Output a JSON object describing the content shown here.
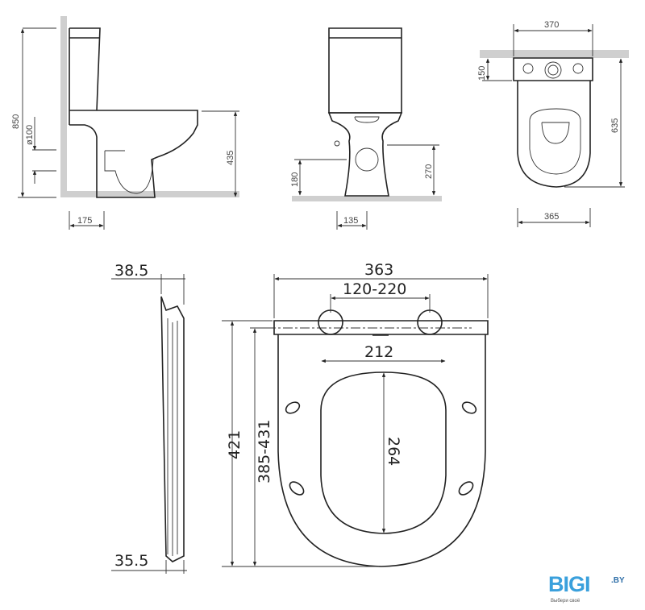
{
  "side_view": {
    "height_total": "850",
    "pipe_diameter": "ø100",
    "seat_height": "435",
    "wall_offset": "175"
  },
  "front_view": {
    "inlet_height": "180",
    "outlet_height": "270",
    "base_width": "135"
  },
  "top_view": {
    "tank_width": "370",
    "tank_depth": "150",
    "length": "635",
    "bowl_width": "365"
  },
  "seat_side": {
    "top_thickness": "38.5",
    "bottom_thickness": "35.5"
  },
  "seat_front": {
    "width": "363",
    "hinge_spacing": "120-220",
    "opening_width": "212",
    "opening_length": "264",
    "fixing_range": "385-431",
    "length": "421"
  },
  "logo": {
    "brand": "BIGI",
    "domain": ".BY",
    "tagline": "Выбери своё"
  }
}
